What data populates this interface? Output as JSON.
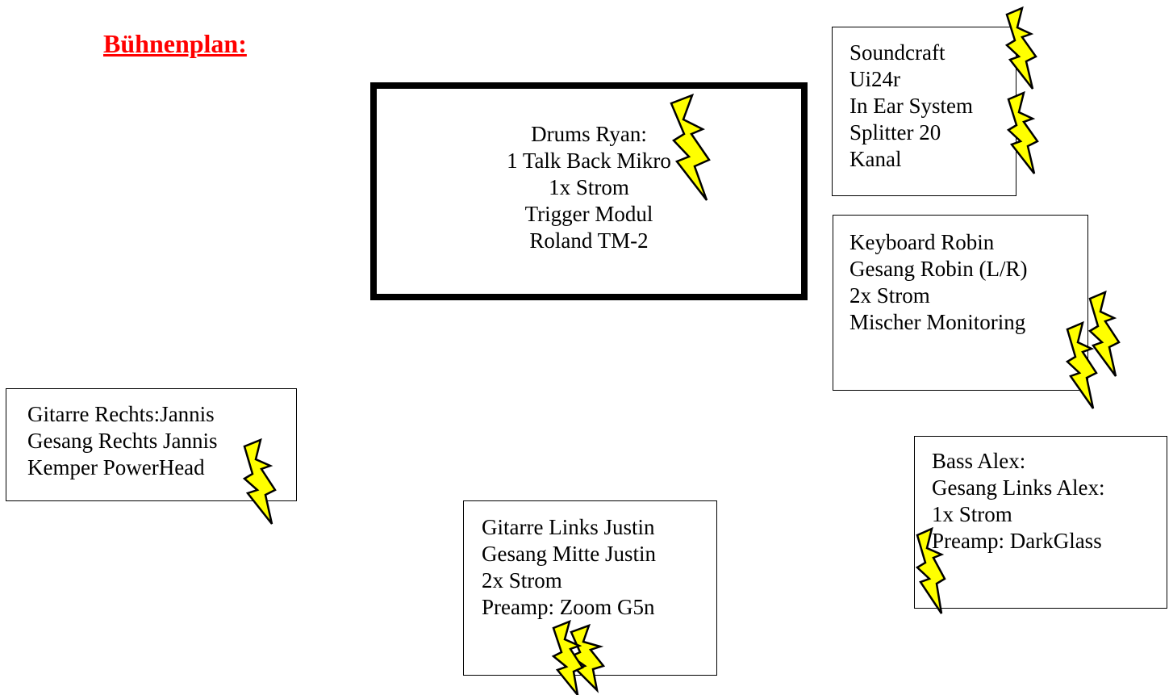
{
  "title": "Bühnenplan:",
  "colors": {
    "title": "#ff0000",
    "bolt_fill": "#ffff00",
    "border": "#000000"
  },
  "boxes": {
    "drums": {
      "lines": [
        "Drums Ryan:",
        "1 Talk Back Mikro",
        "1x Strom",
        "Trigger Modul",
        "Roland TM-2"
      ]
    },
    "soundcraft": {
      "lines": [
        "Soundcraft",
        "Ui24r",
        "In Ear System",
        "Splitter 20",
        "Kanal"
      ]
    },
    "keyboard": {
      "lines": [
        "Keyboard Robin",
        "Gesang Robin (L/R)",
        "2x Strom",
        "Mischer Monitoring"
      ]
    },
    "guitar_right": {
      "lines": [
        "Gitarre Rechts:Jannis",
        "Gesang Rechts Jannis",
        "Kemper PowerHead"
      ]
    },
    "guitar_left": {
      "lines": [
        "Gitarre Links Justin",
        "Gesang Mitte Justin",
        "2x Strom",
        "Preamp: Zoom G5n"
      ]
    },
    "bass": {
      "lines": [
        "Bass Alex:",
        "Gesang Links Alex:",
        "1x Strom",
        "Preamp: DarkGlass"
      ]
    }
  },
  "icons": {
    "power": "lightning-bolt-icon"
  }
}
